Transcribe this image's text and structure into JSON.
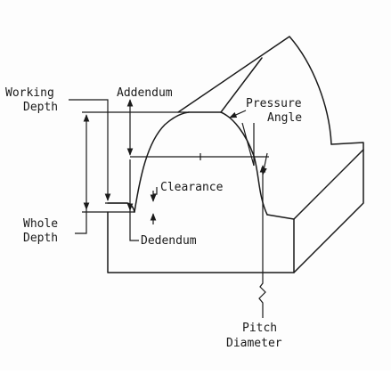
{
  "labels": {
    "working_depth_1": "Working",
    "working_depth_2": "Depth",
    "addendum": "Addendum",
    "pressure_angle_1": "Pressure",
    "pressure_angle_2": "Angle",
    "clearance": "Clearance",
    "whole_depth_1": "Whole",
    "whole_depth_2": "Depth",
    "dedendum": "Dedendum",
    "pitch_diameter_1": "Pitch",
    "pitch_diameter_2": "Diameter"
  }
}
